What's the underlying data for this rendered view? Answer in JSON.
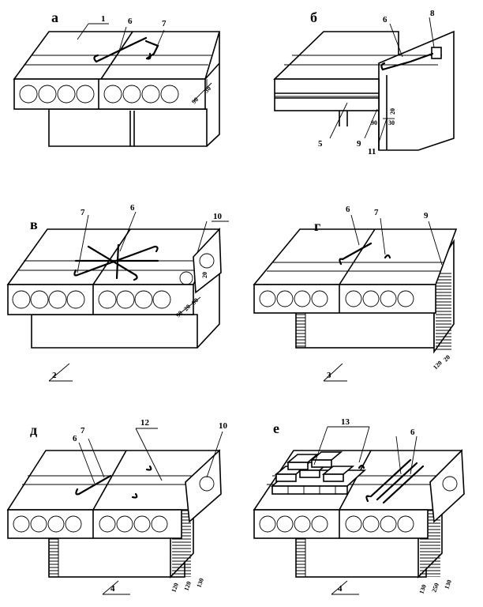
{
  "panels": [
    {
      "letter": "а",
      "callouts": [
        "1",
        "6",
        "7"
      ],
      "dims": [
        "90",
        "30"
      ]
    },
    {
      "letter": "б",
      "callouts": [
        "6",
        "8",
        "5",
        "9",
        "11"
      ],
      "dims": [
        "20",
        "90",
        "30"
      ]
    },
    {
      "letter": "в",
      "callouts": [
        "7",
        "6",
        "10",
        "2"
      ],
      "dims": [
        "20",
        "90",
        "20",
        "90"
      ]
    },
    {
      "letter": "г",
      "callouts": [
        "6",
        "7",
        "9",
        "3"
      ],
      "dims": [
        "120",
        "20"
      ]
    },
    {
      "letter": "д",
      "callouts": [
        "7",
        "6",
        "12",
        "10",
        "4"
      ],
      "dims": [
        "120",
        "120",
        "130"
      ]
    },
    {
      "letter": "е",
      "callouts": [
        "13",
        "6",
        "4"
      ],
      "dims": [
        "130",
        "250",
        "130"
      ]
    }
  ]
}
